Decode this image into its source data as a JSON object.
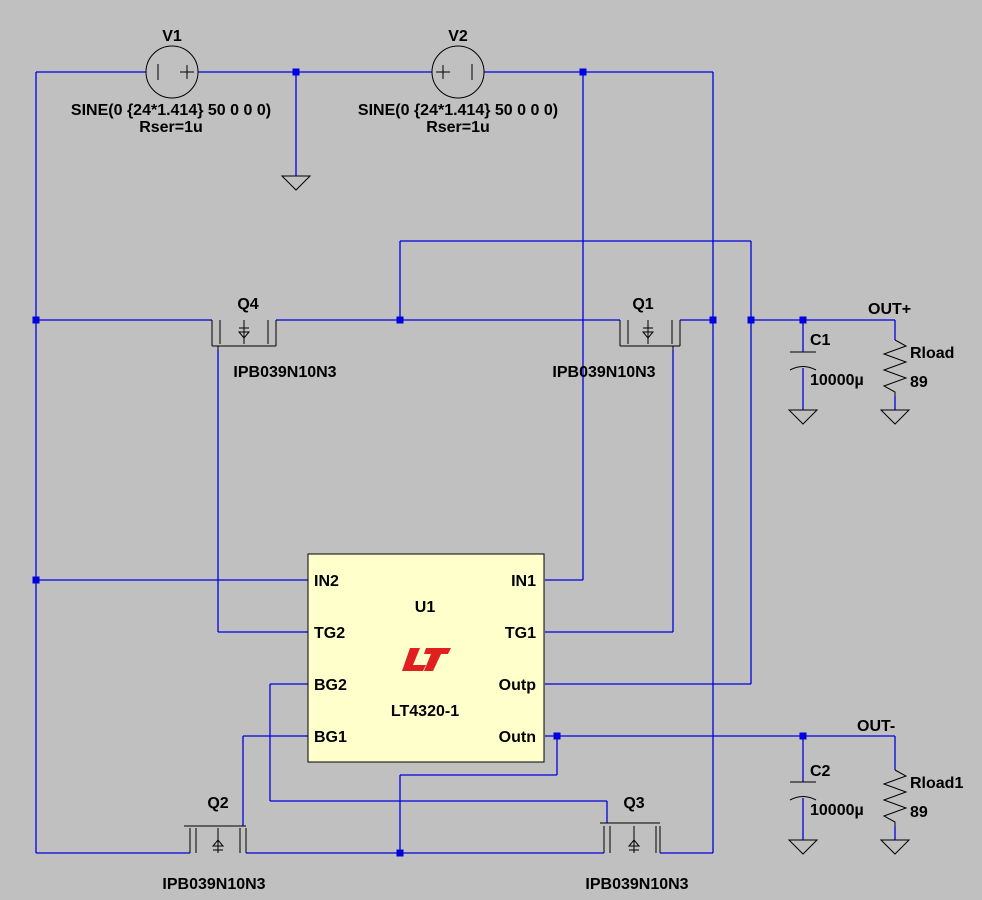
{
  "colors": {
    "background": "#c0c0c0",
    "wire": "#0000e0",
    "chip": "#ffffcc",
    "logo": "#e02020"
  },
  "sources": [
    {
      "name": "V1",
      "func": "SINE(0 {24*1.414} 50 0 0 0)",
      "rser": "Rser=1u"
    },
    {
      "name": "V2",
      "func": "SINE(0 {24*1.414} 50 0 0 0)",
      "rser": "Rser=1u"
    }
  ],
  "mosfets": [
    {
      "name": "Q4",
      "model": "IPB039N10N3"
    },
    {
      "name": "Q1",
      "model": "IPB039N10N3"
    },
    {
      "name": "Q2",
      "model": "IPB039N10N3"
    },
    {
      "name": "Q3",
      "model": "IPB039N10N3"
    }
  ],
  "capacitors": [
    {
      "name": "C1",
      "value": "10000µ"
    },
    {
      "name": "C2",
      "value": "10000µ"
    }
  ],
  "resistors": [
    {
      "name": "Rload",
      "value": "89"
    },
    {
      "name": "Rload1",
      "value": "89"
    }
  ],
  "nets": {
    "out_pos": "OUT+",
    "out_neg": "OUT-"
  },
  "ic": {
    "ref": "U1",
    "part": "LT4320-1",
    "logo_icon": "linear-technology-logo",
    "pins": {
      "in2": "IN2",
      "tg2": "TG2",
      "bg2": "BG2",
      "bg1": "BG1",
      "in1": "IN1",
      "tg1": "TG1",
      "outp": "Outp",
      "outn": "Outn"
    }
  }
}
